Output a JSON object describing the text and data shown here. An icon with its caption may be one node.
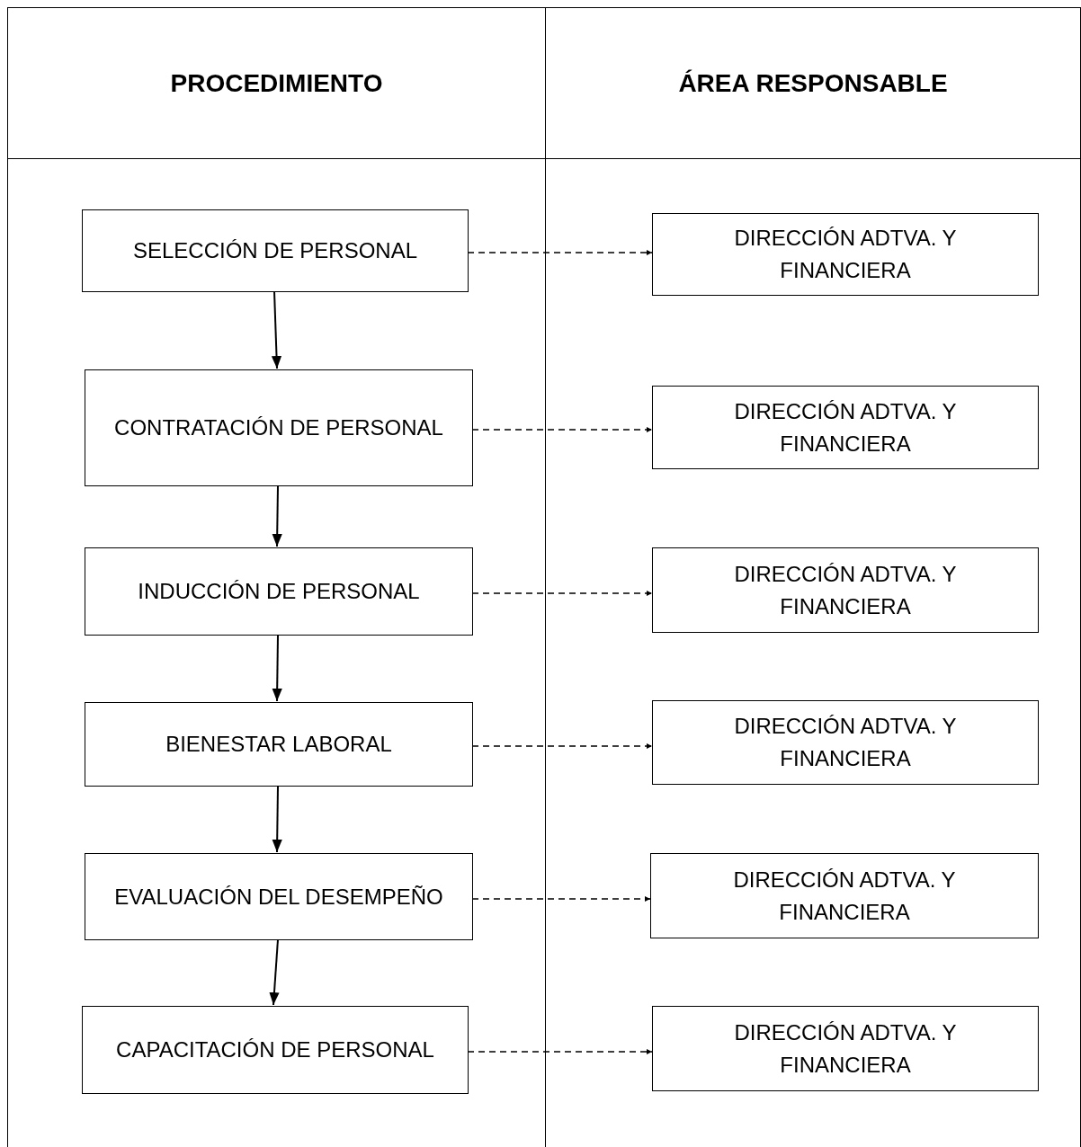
{
  "diagram": {
    "nodes": [
      {
        "text": [
          "PROCEDIMIENTO"
        ]
      },
      {
        "text": [
          "ÁREA RESPONSABLE"
        ]
      },
      {
        "text": [
          "SELECCIÓN DE PERSONAL"
        ],
        "in": 0
      },
      {
        "text": [
          "CONTRATACIÓN DE PERSONAL"
        ],
        "in": 0
      },
      {
        "text": [
          "INDUCCIÓN DE PERSONAL"
        ],
        "in": 0
      },
      {
        "text": [
          "BIENESTAR LABORAL"
        ],
        "in": 0
      },
      {
        "text": [
          "EVALUACIÓN DEL DESEMPEÑO"
        ],
        "in": 0
      },
      {
        "text": [
          "CAPACITACIÓN DE PERSONAL"
        ],
        "in": 0
      },
      {
        "text": [
          "DIRECCIÓN ADTVA. Y FINANCIERA"
        ],
        "in": 1
      },
      {
        "text": [
          "DIRECCIÓN ADTVA. Y FINANCIERA"
        ],
        "in": 1
      },
      {
        "text": [
          "DIRECCIÓN ADTVA. Y FINANCIERA"
        ],
        "in": 1
      },
      {
        "text": [
          "DIRECCIÓN ADTVA. Y FINANCIERA"
        ],
        "in": 1
      },
      {
        "text": [
          "DIRECCIÓN ADTVA. Y FINANCIERA"
        ],
        "in": 1
      },
      {
        "text": [
          "DIRECCIÓN ADTVA. Y FINANCIERA"
        ],
        "in": 1
      }
    ],
    "edges": [
      {
        "from": 2,
        "to": 8,
        "arrow": "to",
        "style": "dashed"
      },
      {
        "from": 2,
        "to": 3,
        "arrow": "to"
      },
      {
        "from": 3,
        "to": 9,
        "arrow": "to",
        "style": "dashed"
      },
      {
        "from": 3,
        "to": 4,
        "arrow": "to"
      },
      {
        "from": 4,
        "to": 10,
        "arrow": "to",
        "style": "dashed"
      },
      {
        "from": 4,
        "to": 5,
        "arrow": "to"
      },
      {
        "from": 5,
        "to": 11,
        "arrow": "to",
        "style": "dashed"
      },
      {
        "from": 5,
        "to": 6,
        "arrow": "to"
      },
      {
        "from": 6,
        "to": 12,
        "arrow": "to",
        "style": "dashed"
      },
      {
        "from": 6,
        "to": 7,
        "arrow": "to"
      },
      {
        "from": 7,
        "to": 13,
        "arrow": "to",
        "style": "dashed"
      }
    ]
  }
}
